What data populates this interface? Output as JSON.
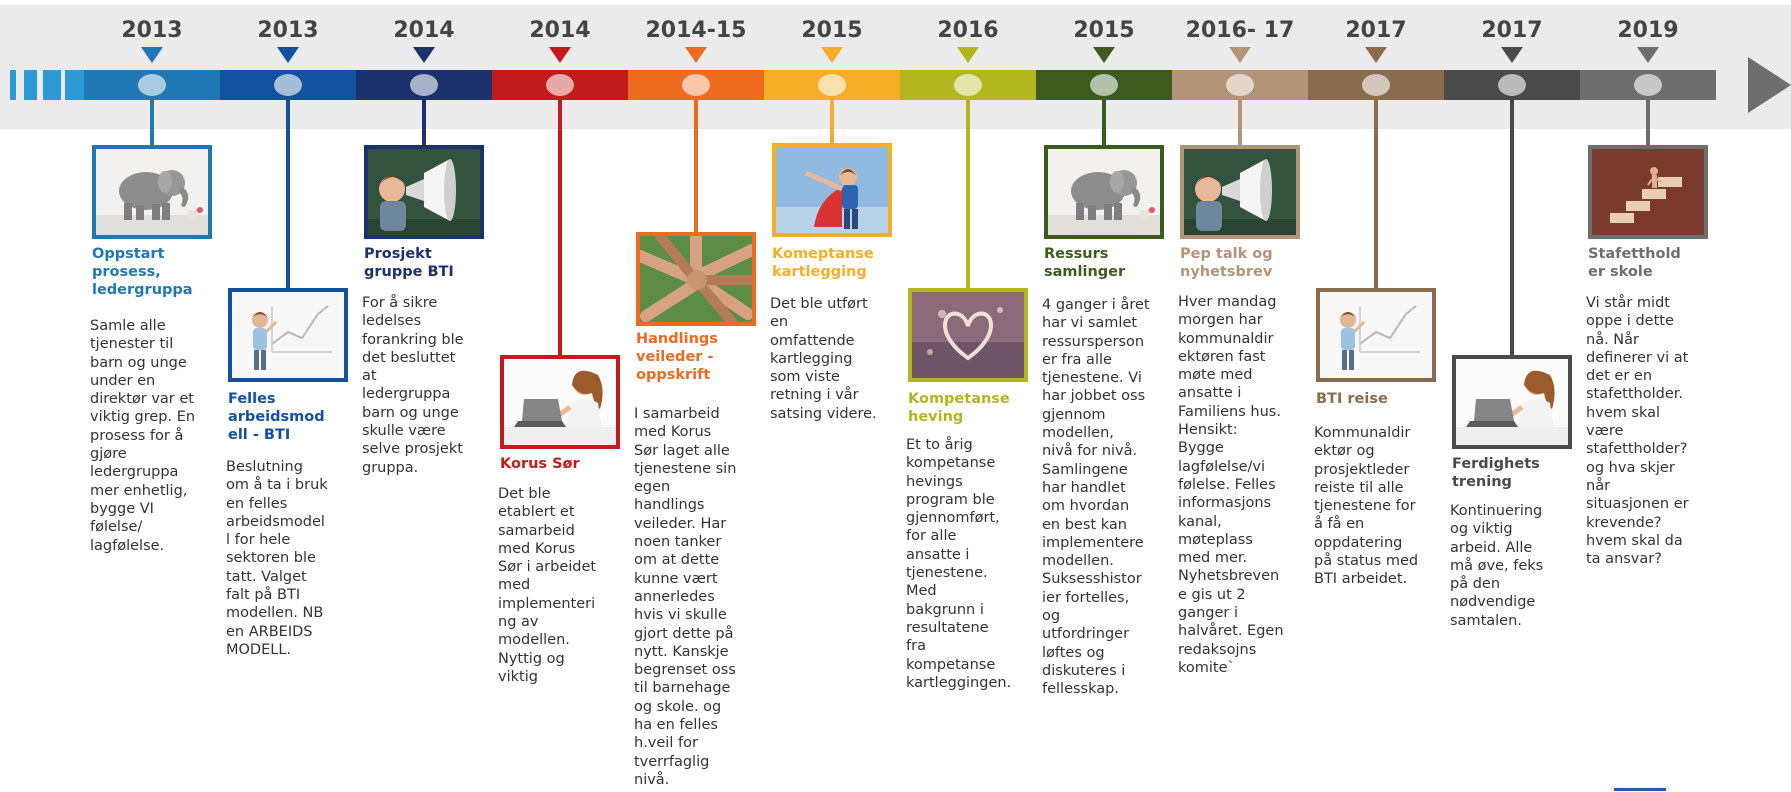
{
  "milestones": [
    {
      "year": "2013",
      "title": "Oppstart\nprosess,\nledergruppa",
      "text": "Samle alle\ntjenester til\nbarn og unge\nunder en\ndirektør var et\nviktig grep. En\nprosess for å\ngjøre\nledergruppa\nmer enhetlig,\nbygge VI\nfølelse/\nlagfølelse.",
      "color": "#1f78b4",
      "title_color": "#1f78b4",
      "image": "elephant-mouse-image"
    },
    {
      "year": "2013",
      "title": "Felles\narbeidsmod\nell - BTI",
      "text": "Beslutning\nom å ta i bruk\nen felles\narbeidsmodel\nl for hele\nsektoren ble\ntatt. Valget\nfalt på BTI\nmodellen. NB\nen ARBEIDS\nMODELL.",
      "color": "#1151a0",
      "title_color": "#1151a0",
      "image": "girl-whiteboard-image"
    },
    {
      "year": "2014",
      "title": "Prosjekt\ngruppe BTI",
      "text": "For å sikre\nledelses\nforankring ble\ndet besluttet\nat\nledergruppa\nbarn og unge\nskulle være\nselve prosjekt\ngruppa.",
      "color": "#1c326c",
      "title_color": "#1c326c",
      "image": "megaphone-boy-image"
    },
    {
      "year": "2014",
      "title": "Korus Sør",
      "text": "Det ble\netablert et\nsamarbeid\nmed Korus\nSør i arbeidet\nmed\nimplementeri\nng av\nmodellen.\nNyttig og\nviktig",
      "color": "#c31b1b",
      "title_color": "#c31b1b",
      "image": "woman-laptop-image"
    },
    {
      "year": "2014-15",
      "title": "Handlings\nveileder -\noppskrift",
      "text": "I samarbeid\nmed Korus\nSør laget alle\ntjenestene sin\negen\nhandlings\nveileder. Har\nnoen tanker\nom at dette\nkunne vært\nannerledes\nhvis vi skulle\ngjort dette på\nnytt. Kanskje\nbegrenset oss\ntil barnehage\nog skole. og\nha en felles\nh.veil for\ntverrfaglig\nnivå.",
      "color": "#ec6b1e",
      "title_color": "#ec6b1e",
      "image": "stacked-hands-image"
    },
    {
      "year": "2015",
      "title": "Komeptanse\nkartlegging",
      "text": "Det ble utført\nen\nomfattende\nkartlegging\nsom viste\nretning i vår\nsatsing videre.",
      "color": "#f6ae28",
      "title_color": "#f6ae28",
      "image": "superhero-kid-image"
    },
    {
      "year": "2016",
      "title": "Kompetanse\nheving",
      "text": "Et to årig\nkompetanse\nhevings\nprogram ble\ngjennomført,\nfor alle\nansatte i\ntjenestene.\nMed\nbakgrunn i\nresultatene\nfra\nkompetanse\nkartleggingen.",
      "color": "#b2b71f",
      "title_color": "#b2b71f",
      "image": "heart-window-image"
    },
    {
      "year": "2015",
      "title": "Ressurs\nsamlinger",
      "text": "4 ganger i året\nhar vi samlet\nressursperson\ner fra alle\ntjenestene. Vi\nhar jobbet oss\ngjennom\nmodellen,\nnivå for nivå.\nSamlingene\nhar handlet\nom hvordan\nen best kan\nimplementere\nmodellen.\nSuksesshistor\nier fortelles,\nog\nutfordringer\nløftes og\ndiskuteres i\nfellesskap.",
      "color": "#3d5a1f",
      "title_color": "#3d5a1f",
      "image": "elephant-mouse-image"
    },
    {
      "year": "2016- 17",
      "title": "Pep talk og\nnyhetsbrev",
      "text": "Hver mandag\nmorgen har\nkommunaldir\nektøren fast\nmøte med\nansatte i\nFamiliens hus.\nHensikt:\nBygge\nlagfølelse/vi\nfølelse. Felles\ninformasjons\nkanal,\nmøteplass\nmed mer.\nNyhetsbreven\ne gis ut 2\nganger i\nhalvåret. Egen\nredaksojns\nkomite`",
      "color": "#b39479",
      "title_color": "#b39479",
      "image": "megaphone-boy-image"
    },
    {
      "year": "2017",
      "title": "BTI reise",
      "text": "Kommunaldir\nektør og\nprosjektleder\nreiste til alle\ntjenestene for\nå få en\noppdatering\npå status med\nBTI arbeidet.",
      "color": "#8b6b4e",
      "title_color": "#8b6b4e",
      "image": "girl-whiteboard-image"
    },
    {
      "year": "2017",
      "title": "Ferdighets\ntrening",
      "text": "Kontinuering\nog viktig\narbeid. Alle\nmå øve, feks\npå den\nnødvendige\nsamtalen.",
      "color": "#4a4a4a",
      "title_color": "#4a4a4a",
      "image": "woman-laptop-image"
    },
    {
      "year": "2019",
      "title": "Stafetthold\ner skole",
      "text": "Vi står midt\noppe i dette\nnå. Når\ndefinerer vi at\ndet er en\nstafettholder.\nhvem skal\nvære\nstafettholder?\nog hva skjer\nnår\nsituasjonen er\nkrevende?\nhvem skal da\nta ansvar?",
      "color": "#6e6e6e",
      "title_color": "#6e6e6e",
      "image": "stairs-figure-image"
    }
  ]
}
